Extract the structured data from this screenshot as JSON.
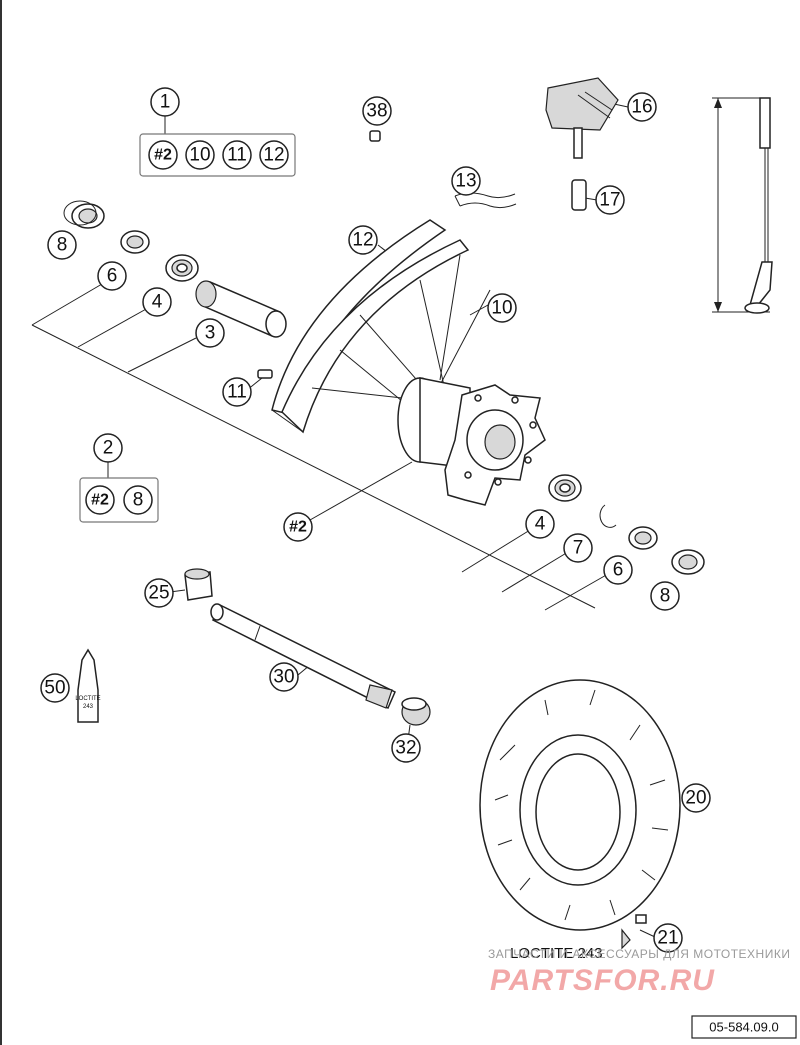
{
  "callouts": [
    {
      "id": "c1",
      "label": "1"
    },
    {
      "id": "c2",
      "label": "2"
    },
    {
      "id": "c3",
      "label": "3"
    },
    {
      "id": "c4a",
      "label": "4"
    },
    {
      "id": "c4b",
      "label": "4"
    },
    {
      "id": "c6a",
      "label": "6"
    },
    {
      "id": "c6b",
      "label": "6"
    },
    {
      "id": "c7",
      "label": "7"
    },
    {
      "id": "c8a",
      "label": "8"
    },
    {
      "id": "c8b",
      "label": "8"
    },
    {
      "id": "c10",
      "label": "10"
    },
    {
      "id": "c11",
      "label": "11"
    },
    {
      "id": "c12",
      "label": "12"
    },
    {
      "id": "c13",
      "label": "13"
    },
    {
      "id": "c16",
      "label": "16"
    },
    {
      "id": "c17",
      "label": "17"
    },
    {
      "id": "c20",
      "label": "20"
    },
    {
      "id": "c21",
      "label": "21"
    },
    {
      "id": "c25",
      "label": "25"
    },
    {
      "id": "c30",
      "label": "30"
    },
    {
      "id": "c32",
      "label": "32"
    },
    {
      "id": "c38",
      "label": "38"
    },
    {
      "id": "c50",
      "label": "50"
    },
    {
      "id": "chub",
      "label": "#2"
    }
  ],
  "set1": {
    "items": [
      "#2",
      "10",
      "11",
      "12"
    ]
  },
  "set2": {
    "items": [
      "#2",
      "8"
    ]
  },
  "loctite_tube_text": "LOCTITE\n243",
  "loctite_label": "LOCTITE 243",
  "watermark": {
    "top": "ЗАПЧАСТИ И АКСЕССУАРЫ ДЛЯ МОТОТЕХНИКИ",
    "main": "PARTSFOR.RU"
  },
  "doc_number": "05-584.09.0",
  "colors": {
    "line": "#222222",
    "watermark": "#f2a8a8",
    "watermark_sub": "#9a9a9a"
  }
}
